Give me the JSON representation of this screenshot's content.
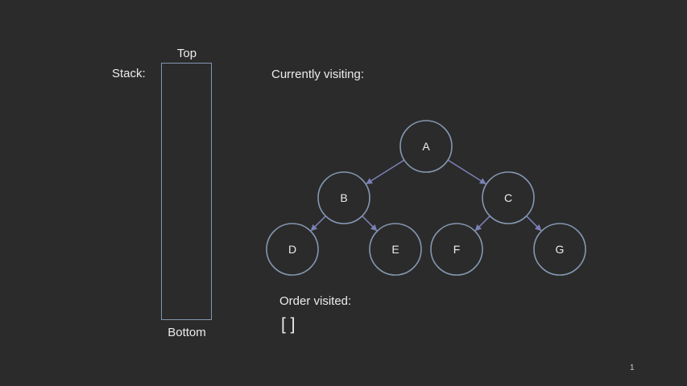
{
  "stack": {
    "label": "Stack:",
    "top_label": "Top",
    "bottom_label": "Bottom",
    "items": []
  },
  "current": {
    "label": "Currently visiting:",
    "value": ""
  },
  "order": {
    "label": "Order visited:",
    "value": "[ ]"
  },
  "tree": {
    "root": "A",
    "nodes": [
      "A",
      "B",
      "C",
      "D",
      "E",
      "F",
      "G"
    ],
    "edges": [
      [
        "A",
        "B"
      ],
      [
        "A",
        "C"
      ],
      [
        "B",
        "D"
      ],
      [
        "B",
        "E"
      ],
      [
        "C",
        "F"
      ],
      [
        "C",
        "G"
      ]
    ]
  },
  "page_number": "1",
  "colors": {
    "background": "#2b2b2b",
    "outline": "#8497b0",
    "edge": "#7b7fb4",
    "text": "#ececec"
  }
}
